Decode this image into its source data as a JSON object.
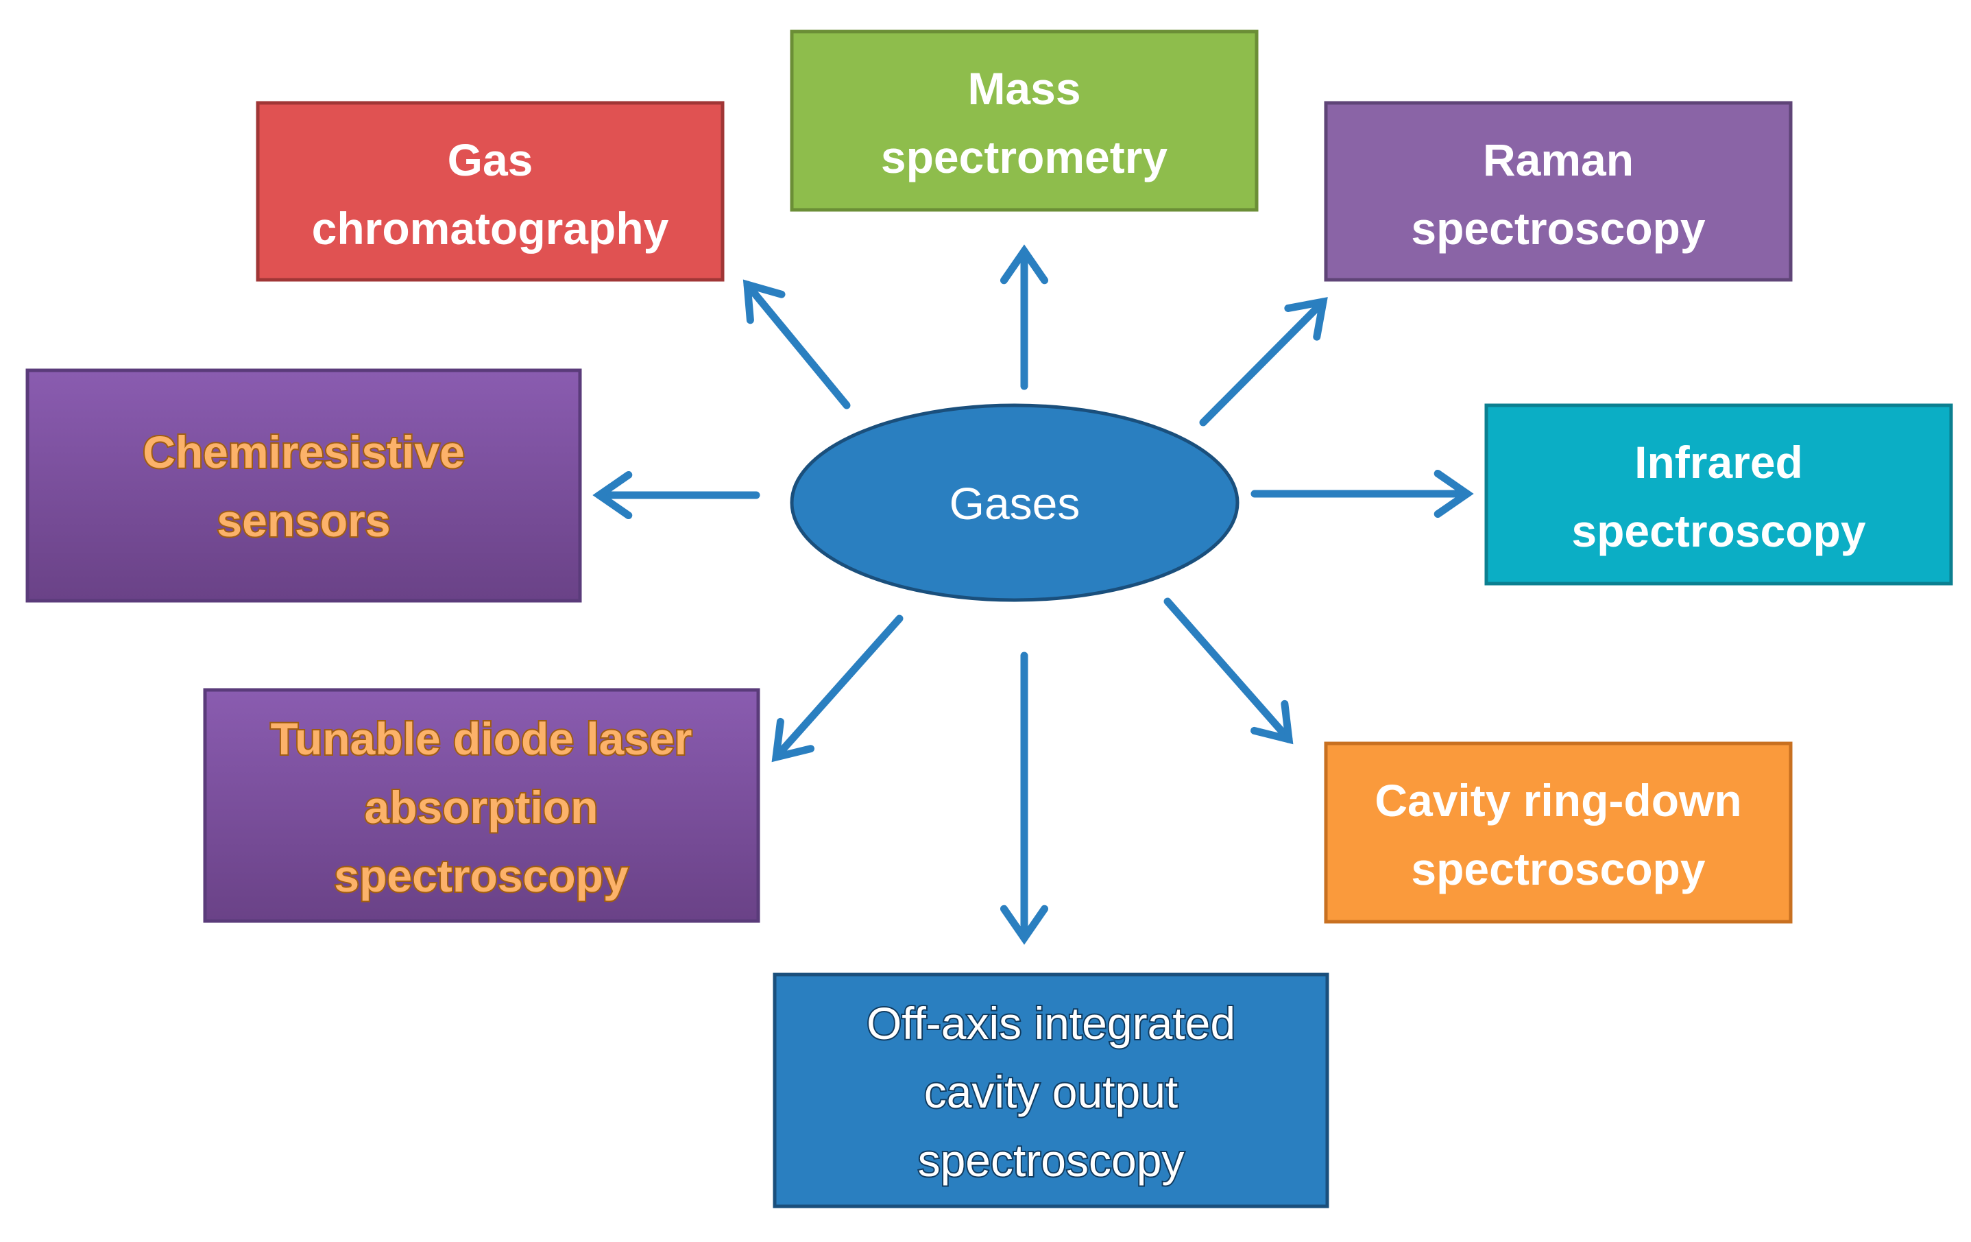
{
  "center": {
    "label": "Gases",
    "fill": "#2a7fc0",
    "stroke": "#1a4f7c"
  },
  "arrow_color": "#2a7fc0",
  "nodes": [
    {
      "id": "gas-chromatography",
      "lines": [
        "Gas",
        "chromatography"
      ],
      "fill": "#e05252",
      "stroke": "#a03636"
    },
    {
      "id": "mass-spectrometry",
      "lines": [
        "Mass",
        "spectrometry"
      ],
      "fill": "#8ebd4c",
      "stroke": "#6b8e36"
    },
    {
      "id": "raman-spectroscopy",
      "lines": [
        "Raman",
        "spectroscopy"
      ],
      "fill": "#8a64a6",
      "stroke": "#5f4477"
    },
    {
      "id": "chemiresistive-sensors",
      "lines": [
        "Chemiresistive",
        "sensors"
      ],
      "fill": "#7c55a0",
      "stroke": "#5a3b7a"
    },
    {
      "id": "infrared-spectroscopy",
      "lines": [
        "Infrared",
        "spectroscopy"
      ],
      "fill": "#0baec5",
      "stroke": "#0b7f90"
    },
    {
      "id": "tunable-diode-laser",
      "lines": [
        "Tunable diode laser",
        "absorption",
        "spectroscopy"
      ],
      "fill": "#7c55a0",
      "stroke": "#5a3b7a"
    },
    {
      "id": "cavity-ring-down",
      "lines": [
        "Cavity ring-down",
        "spectroscopy"
      ],
      "fill": "#fa9a3c",
      "stroke": "#c87020"
    },
    {
      "id": "off-axis-icos",
      "lines": [
        "Off-axis integrated",
        "cavity output",
        "spectroscopy"
      ],
      "fill": "#2a7fc0",
      "stroke": "#1a4f7c"
    }
  ]
}
